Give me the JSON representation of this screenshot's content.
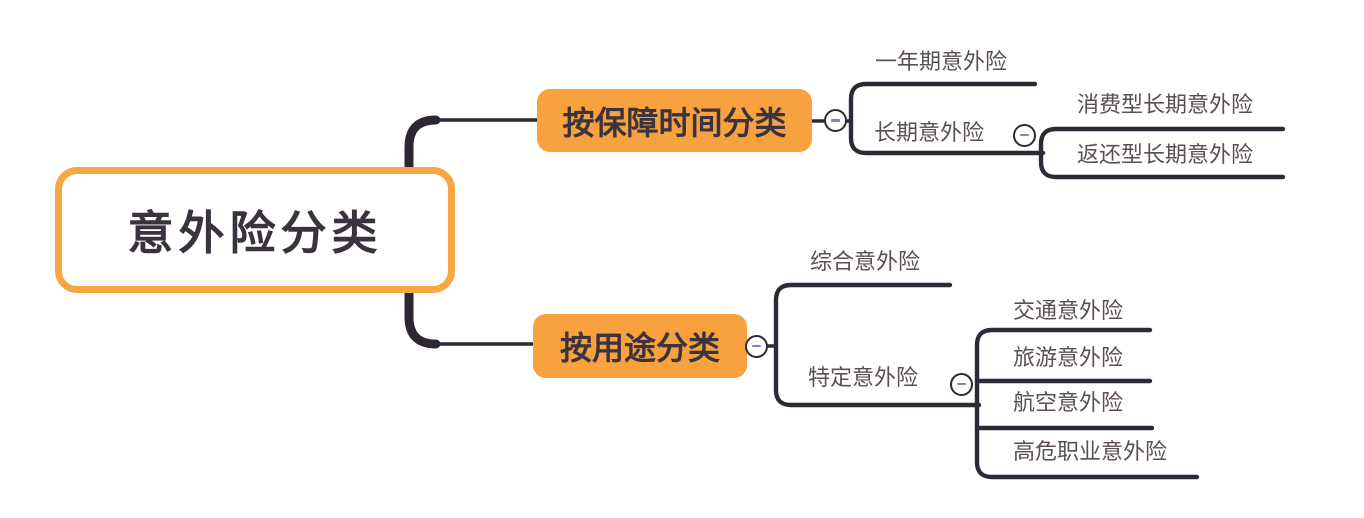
{
  "diagram": {
    "type": "mindmap",
    "root": {
      "label": "意外险分类"
    },
    "branches": [
      {
        "label": "按保障时间分类",
        "children": [
          {
            "label": "一年期意外险",
            "children": []
          },
          {
            "label": "长期意外险",
            "children": [
              {
                "label": "消费型长期意外险"
              },
              {
                "label": "返还型长期意外险"
              }
            ]
          }
        ]
      },
      {
        "label": "按用途分类",
        "children": [
          {
            "label": "综合意外险",
            "children": []
          },
          {
            "label": "特定意外险",
            "children": [
              {
                "label": "交通意外险"
              },
              {
                "label": "旅游意外险"
              },
              {
                "label": "航空意外险"
              },
              {
                "label": "高危职业意外险"
              }
            ]
          }
        ]
      }
    ],
    "collapse_icon": {
      "symbol": "−",
      "state": "expanded",
      "count": 4
    },
    "colors": {
      "accent_orange": "#F7A23F",
      "root_border_orange": "#F8A544",
      "line_dark": "#2F2936",
      "trunk_dark": "#2E2633",
      "root_text": "#3A323C",
      "branch_text": "#3B333D",
      "label_text": "#5A4F55",
      "minus_sign": "#7B85C2",
      "background": "#FFFFFF"
    }
  }
}
